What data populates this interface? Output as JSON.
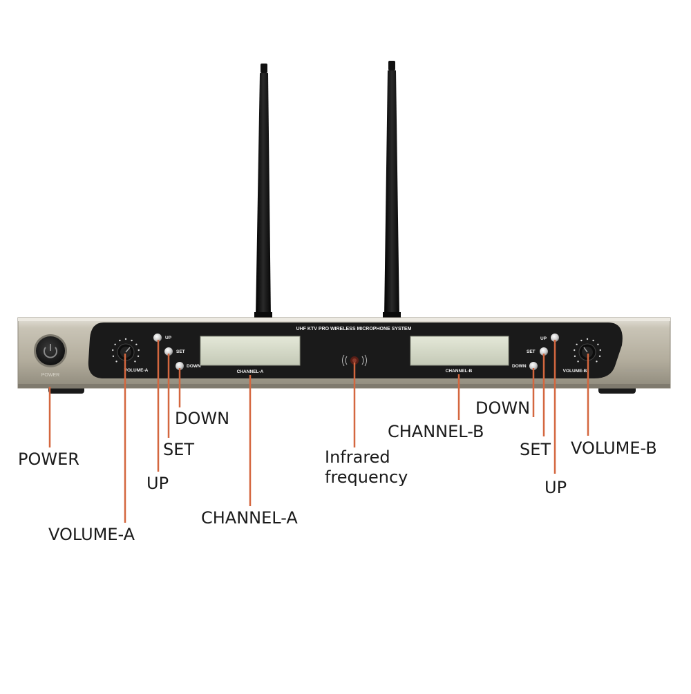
{
  "device": {
    "model_label": "UHF KTV PRO WIRELESS MICROPHONE SYSTEM",
    "power_label": "POWER",
    "volume_a_label": "VOLUME-A",
    "volume_b_label": "VOLUME-B",
    "up_label": "UP",
    "set_label": "SET",
    "down_label": "DOWN",
    "channel_a_label": "CHANNEL-A",
    "channel_b_label": "CHANNEL-B"
  },
  "callouts": {
    "power": "POWER",
    "volume_a": "VOLUME-A",
    "up_a": "UP",
    "set_a": "SET",
    "down_a": "DOWN",
    "channel_a": "CHANNEL-A",
    "infrared_line1": "Infrared",
    "infrared_line2": "frequency",
    "channel_b": "CHANNEL-B",
    "down_b": "DOWN",
    "set_b": "SET",
    "up_b": "UP",
    "volume_b": "VOLUME-B"
  },
  "colors": {
    "leader": "#d4673f",
    "chassis": "#b8b3a5",
    "panel": "#1c1c1c",
    "lcd": "#d6dbc9"
  }
}
